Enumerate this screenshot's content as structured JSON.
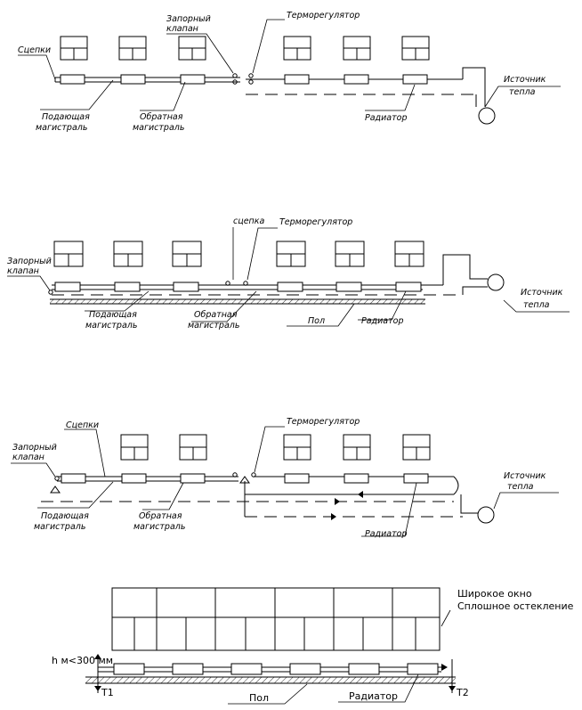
{
  "diagram1": {
    "couplings": "Сцепки",
    "valve_line1": "Запорный",
    "valve_line2": "клапан",
    "thermostat": "Терморегулятор",
    "source_line1": "Источник",
    "source_line2": "тепла",
    "supply_line1": "Подающая",
    "supply_line2": "магистраль",
    "return_line1": "Обратная",
    "return_line2": "магистраль",
    "radiator": "Радиатор"
  },
  "diagram2": {
    "coupling": "сцепка",
    "thermostat": "Терморегулятор",
    "valve_line1": "Запорный",
    "valve_line2": "клапан",
    "source_line1": "Источник",
    "source_line2": "тепла",
    "supply_line1": "Подающая",
    "supply_line2": "магистраль",
    "return_line1": "Обратная",
    "return_line2": "магистраль",
    "floor": "Пол",
    "radiator": "Радиатор"
  },
  "diagram3": {
    "couplings": "Сцепки",
    "thermostat": "Терморегулятор",
    "valve_line1": "Запорный",
    "valve_line2": "клапан",
    "source_line1": "Источник",
    "source_line2": "тепла",
    "supply_line1": "Подающая",
    "supply_line2": "магистраль",
    "return_line1": "Обратная",
    "return_line2": "магистраль",
    "radiator": "Радиатор"
  },
  "diagram4": {
    "window_line1": "Широкое окно",
    "window_line2": "Сплошное остекление",
    "height": "h м<300 мм",
    "t1": "T1",
    "t2": "T2",
    "floor": "Пол",
    "radiator": "Радиатор"
  }
}
